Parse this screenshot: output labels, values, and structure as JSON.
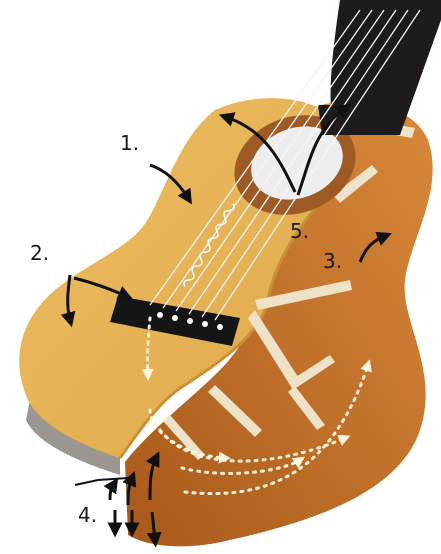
{
  "labels": {
    "l1": "1.",
    "l2": "2.",
    "l3": "3.",
    "l4": "4.",
    "l5": "5."
  },
  "colors": {
    "top_wood": "#e7b458",
    "top_edge": "#c98f3a",
    "inner_wood": "#b8691f",
    "inner_light": "#d9893a",
    "side_grey": "#9b968f",
    "side_edge": "#7d7871",
    "brace": "#eee3c8",
    "rosette": "#9e5a24",
    "soundhole": "#ededed",
    "neck": "#1e1b1a",
    "bridge": "#151515",
    "arrow": "#111111",
    "flow_dots": "#fff4de",
    "strings": "#f5f5f5"
  },
  "icons": {
    "arrows": "curved-black-arrow-icon",
    "flow": "dotted-flow-arrow-icon",
    "vibration": "wave-squiggle-icon"
  }
}
